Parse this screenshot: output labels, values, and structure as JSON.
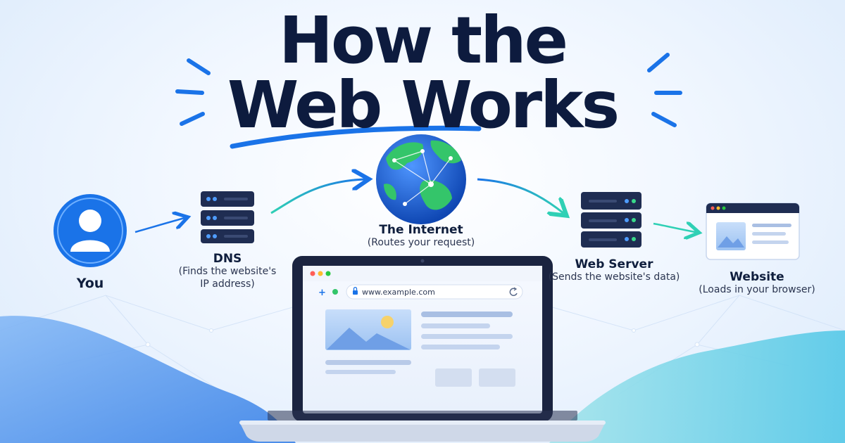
{
  "title": {
    "line1": "How the",
    "line2": "Web Works"
  },
  "nodes": {
    "you": {
      "title": "You",
      "desc": ""
    },
    "dns": {
      "title": "DNS",
      "desc_line1": "(Finds the website's",
      "desc_line2": "IP address)"
    },
    "internet": {
      "title": "The Internet",
      "desc": "(Routes your request)"
    },
    "webserver": {
      "title": "Web Server",
      "desc": "(Sends the website's data)"
    },
    "website": {
      "title": "Website",
      "desc": "(Loads in your browser)"
    }
  },
  "browser": {
    "url": "www.example.com"
  },
  "colors": {
    "navy": "#0d1b3e",
    "accent_blue": "#1a73e8",
    "teal": "#2fd0b5",
    "server_body": "#1f2d52",
    "led_blue": "#4f9dff",
    "led_green": "#39d98a",
    "globe_ocean": "#1e63d6",
    "globe_land": "#34c56a"
  },
  "icons": [
    "user-icon",
    "server-icon",
    "globe-icon",
    "browser-window-icon",
    "laptop-icon",
    "lock-icon",
    "reload-icon",
    "image-icon"
  ]
}
